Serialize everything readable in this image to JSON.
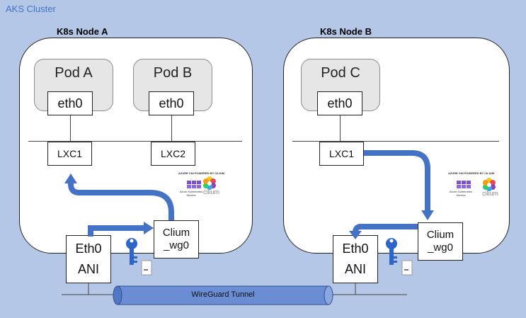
{
  "cluster": {
    "label": "AKS Cluster"
  },
  "nodes": [
    {
      "title": "K8s Node A",
      "pods": [
        {
          "name": "Pod A",
          "iface": "eth0"
        },
        {
          "name": "Pod B",
          "iface": "eth0"
        }
      ],
      "lxc": [
        "LXC1",
        "LXC2"
      ],
      "wg_interface": {
        "line1": "Clium",
        "line2": "_wg0"
      },
      "host_if": {
        "eth": "Eth0",
        "ani": "ANI"
      },
      "logo": {
        "caption": "AZURE CNI POWERED BY CILIUM",
        "azure": "Azure Kubernetes Service",
        "cilium": "cilium"
      }
    },
    {
      "title": "K8s Node B",
      "pods": [
        {
          "name": "Pod C",
          "iface": "eth0"
        }
      ],
      "lxc": [
        "LXC1"
      ],
      "wg_interface": {
        "line1": "Clium",
        "line2": "_wg0"
      },
      "host_if": {
        "eth": "Eth0",
        "ani": "ANI"
      },
      "logo": {
        "caption": "AZURE CNI POWERED BY CILIUM",
        "azure": "Azure Kubernetes Service",
        "cilium": "cilium"
      }
    }
  ],
  "tunnel": {
    "label": "WireGuard Tunnel"
  },
  "colors": {
    "background": "#b4c7e7",
    "arrow": "#4472c4",
    "tunnel": "#6a8dd4",
    "key": "#2f64c8",
    "cilium_purple": "#8e44ad"
  },
  "icons": [
    "key-icon",
    "document-icon",
    "azure-kubernetes-icon",
    "cilium-icon"
  ]
}
